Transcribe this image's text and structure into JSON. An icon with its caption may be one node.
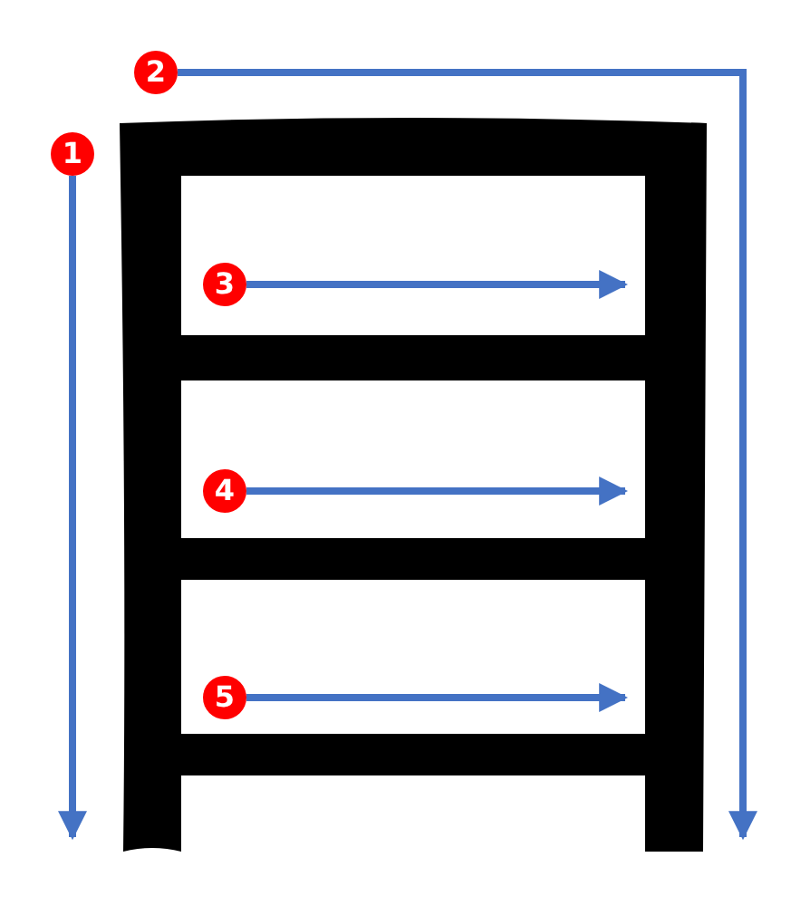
{
  "diagram": {
    "nodes": [
      {
        "text": [
          "1"
        ]
      },
      {
        "text": [
          "2"
        ]
      },
      {
        "text": [
          "3"
        ]
      },
      {
        "text": [
          "4"
        ]
      },
      {
        "text": [
          "5"
        ]
      }
    ],
    "edges": [
      {
        "from": 0,
        "to": null,
        "arrow": "to"
      },
      {
        "from": 1,
        "to": null,
        "arrow": "to"
      },
      {
        "from": 2,
        "to": null,
        "arrow": "to"
      },
      {
        "from": 3,
        "to": null,
        "arrow": "to"
      },
      {
        "from": 4,
        "to": null,
        "arrow": "to"
      }
    ]
  }
}
